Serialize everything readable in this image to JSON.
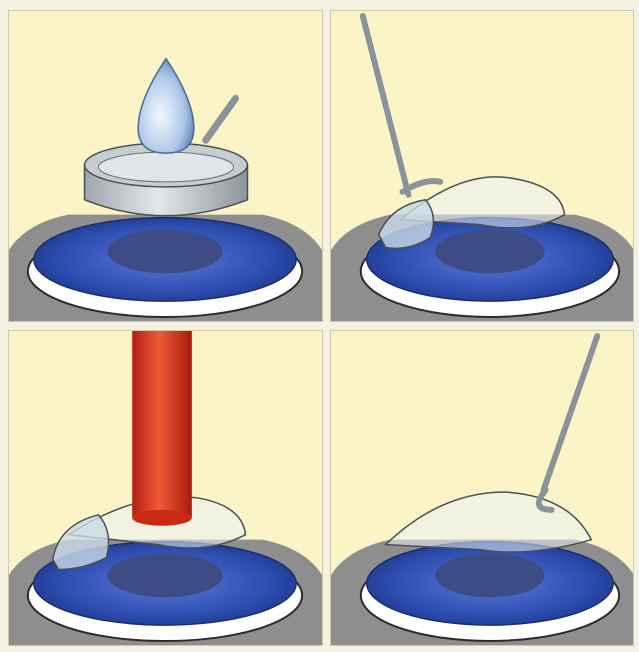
{
  "figure": {
    "background_color": "#f4f1e2",
    "panel_color": "#fbf4c6",
    "iris_color": "#2f4fb3",
    "pupil_color": "#3d4c84",
    "laser_color": "#e83a1c",
    "panels": [
      {
        "step": 1,
        "content": "alcohol-well-with-drop"
      },
      {
        "step": 2,
        "content": "epithelial-flap-lifted-by-spatula"
      },
      {
        "step": 3,
        "content": "laser-beam-on-cornea"
      },
      {
        "step": 4,
        "content": "flap-repositioned-with-spatula"
      }
    ]
  }
}
